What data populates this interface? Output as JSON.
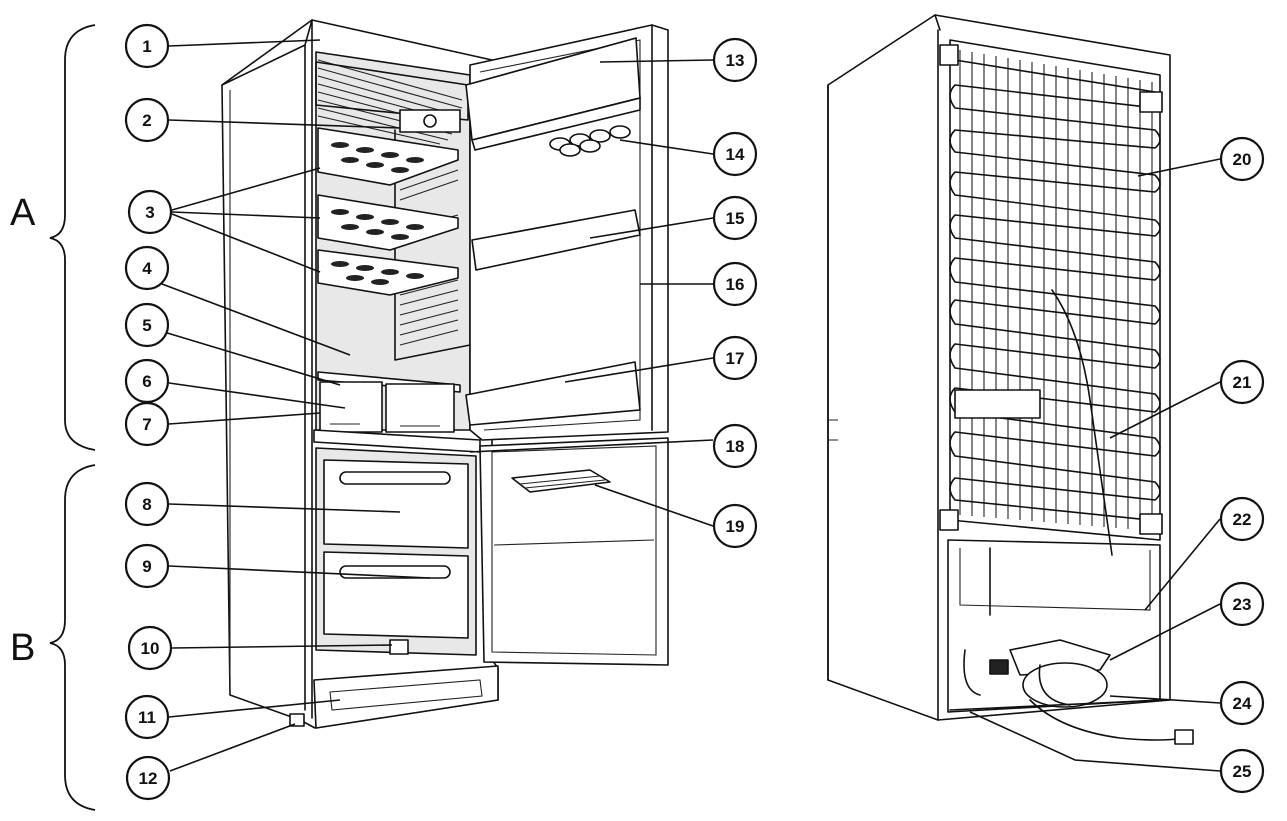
{
  "sections": [
    {
      "id": "A",
      "label": "A"
    },
    {
      "id": "B",
      "label": "B"
    }
  ],
  "callouts": [
    {
      "num": "1"
    },
    {
      "num": "2"
    },
    {
      "num": "3"
    },
    {
      "num": "4"
    },
    {
      "num": "5"
    },
    {
      "num": "6"
    },
    {
      "num": "7"
    },
    {
      "num": "8"
    },
    {
      "num": "9"
    },
    {
      "num": "10"
    },
    {
      "num": "11"
    },
    {
      "num": "12"
    },
    {
      "num": "13"
    },
    {
      "num": "14"
    },
    {
      "num": "15"
    },
    {
      "num": "16"
    },
    {
      "num": "17"
    },
    {
      "num": "18"
    },
    {
      "num": "19"
    },
    {
      "num": "20"
    },
    {
      "num": "21"
    },
    {
      "num": "22"
    },
    {
      "num": "23"
    },
    {
      "num": "24"
    },
    {
      "num": "25"
    }
  ]
}
